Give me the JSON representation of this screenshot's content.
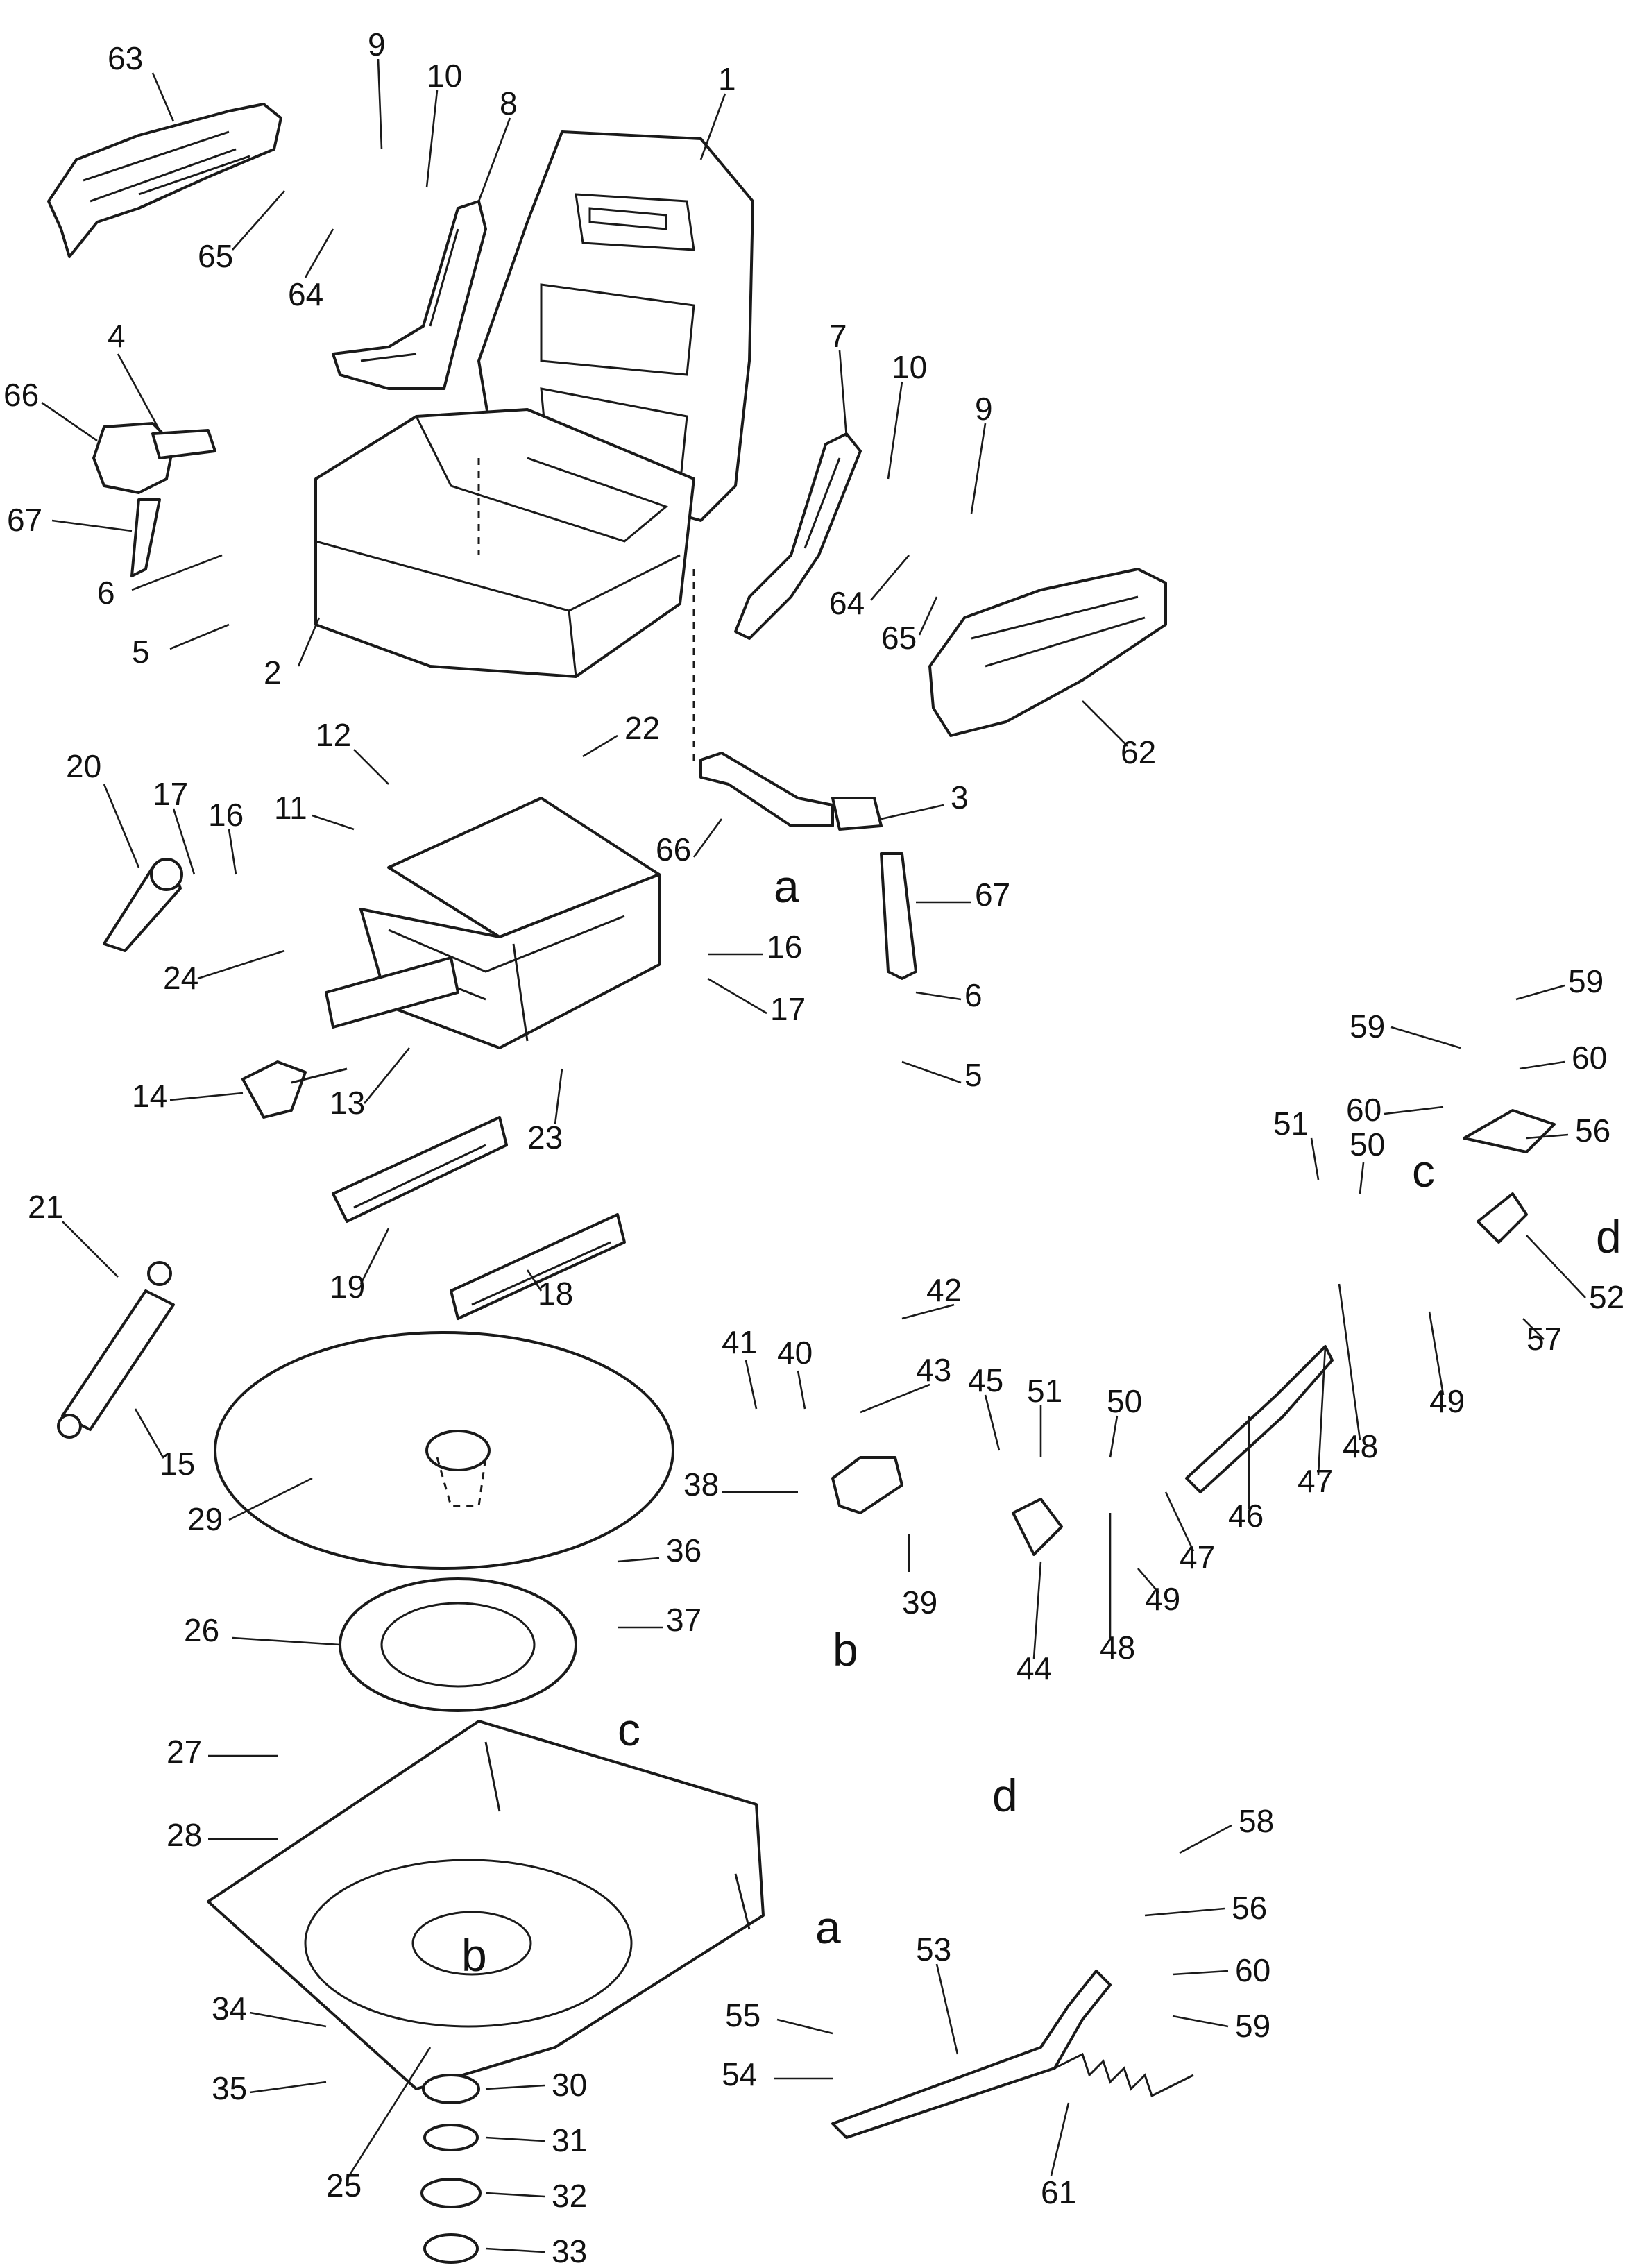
{
  "callouts": [
    {
      "n": "63"
    },
    {
      "n": "9"
    },
    {
      "n": "10"
    },
    {
      "n": "8"
    },
    {
      "n": "1"
    },
    {
      "n": "65"
    },
    {
      "n": "64"
    },
    {
      "n": "4"
    },
    {
      "n": "66"
    },
    {
      "n": "67"
    },
    {
      "n": "7"
    },
    {
      "n": "10"
    },
    {
      "n": "9"
    },
    {
      "n": "6"
    },
    {
      "n": "5"
    },
    {
      "n": "2"
    },
    {
      "n": "64"
    },
    {
      "n": "65"
    },
    {
      "n": "62"
    },
    {
      "n": "12"
    },
    {
      "n": "22"
    },
    {
      "n": "20"
    },
    {
      "n": "17"
    },
    {
      "n": "16"
    },
    {
      "n": "11"
    },
    {
      "n": "66"
    },
    {
      "n": "3"
    },
    {
      "n": "67"
    },
    {
      "n": "16"
    },
    {
      "n": "24"
    },
    {
      "n": "17"
    },
    {
      "n": "6"
    },
    {
      "n": "5"
    },
    {
      "n": "14"
    },
    {
      "n": "13"
    },
    {
      "n": "23"
    },
    {
      "n": "21"
    },
    {
      "n": "19"
    },
    {
      "n": "18"
    },
    {
      "n": "15"
    },
    {
      "n": "29"
    },
    {
      "n": "36"
    },
    {
      "n": "26"
    },
    {
      "n": "37"
    },
    {
      "n": "27"
    },
    {
      "n": "28"
    },
    {
      "n": "34"
    },
    {
      "n": "35"
    },
    {
      "n": "25"
    },
    {
      "n": "30"
    },
    {
      "n": "31"
    },
    {
      "n": "32"
    },
    {
      "n": "33"
    },
    {
      "n": "59"
    },
    {
      "n": "59"
    },
    {
      "n": "60"
    },
    {
      "n": "60"
    },
    {
      "n": "56"
    },
    {
      "n": "51"
    },
    {
      "n": "50"
    },
    {
      "n": "52"
    },
    {
      "n": "57"
    },
    {
      "n": "42"
    },
    {
      "n": "41"
    },
    {
      "n": "40"
    },
    {
      "n": "43"
    },
    {
      "n": "45"
    },
    {
      "n": "51"
    },
    {
      "n": "50"
    },
    {
      "n": "49"
    },
    {
      "n": "48"
    },
    {
      "n": "47"
    },
    {
      "n": "46"
    },
    {
      "n": "38"
    },
    {
      "n": "39"
    },
    {
      "n": "47"
    },
    {
      "n": "49"
    },
    {
      "n": "44"
    },
    {
      "n": "48"
    },
    {
      "n": "58"
    },
    {
      "n": "56"
    },
    {
      "n": "60"
    },
    {
      "n": "53"
    },
    {
      "n": "59"
    },
    {
      "n": "55"
    },
    {
      "n": "54"
    },
    {
      "n": "61"
    }
  ],
  "refs": {
    "a1": "a",
    "a2": "a",
    "b1": "b",
    "b2": "b",
    "c1": "c",
    "c2": "c",
    "d1": "d",
    "d2": "d"
  }
}
